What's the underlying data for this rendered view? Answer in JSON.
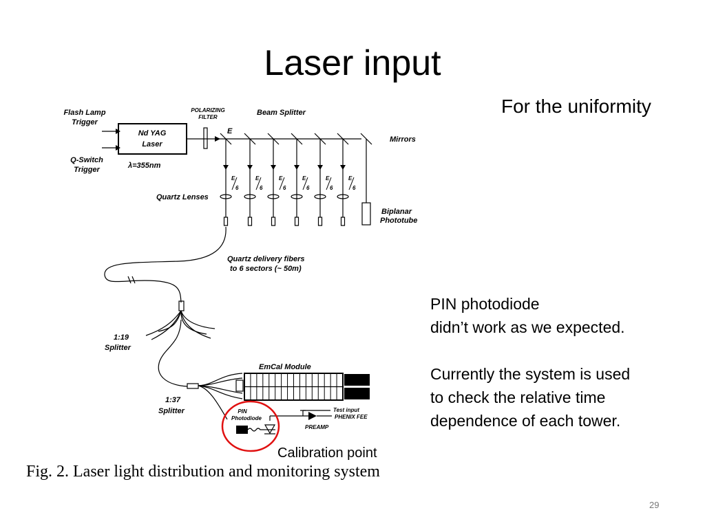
{
  "slide": {
    "title": "Laser input",
    "note_top": "For the uniformity",
    "note_lines": [
      "PIN photodiode",
      "didn’t work as we expected.",
      "",
      "Currently the system is used",
      "to check the relative time",
      "dependence of each tower."
    ],
    "calibration_label": "Calibration point",
    "caption": "Fig. 2. Laser light distribution and monitoring system",
    "page_number": "29"
  },
  "diagram": {
    "flash_lamp": [
      "Flash Lamp",
      "Trigger"
    ],
    "q_switch": [
      "Q-Switch",
      "Trigger"
    ],
    "laser": [
      "Nd YAG",
      "Laser"
    ],
    "wavelength": "λ=355nm",
    "polarizing_filter": [
      "POLARIZING",
      "FILTER"
    ],
    "beam_splitter": "Beam Splitter",
    "energy": "E",
    "mirrors": "Mirrors",
    "fraction": [
      "E",
      "6"
    ],
    "quartz_lenses": "Quartz Lenses",
    "biplanar": [
      "Biplanar",
      "Phototube"
    ],
    "fibers": [
      "Quartz delivery fibers",
      "to 6 sectors (~ 50m)"
    ],
    "splitter_19": [
      "1:19",
      "Splitter"
    ],
    "splitter_37": [
      "1:37",
      "Splitter"
    ],
    "emcal": "EmCal Module",
    "pin": [
      "PIN",
      "Photodiode"
    ],
    "test_input": "Test input",
    "phenix_fee": "PHENIX FEE",
    "preamp": "PREAMP",
    "highlight_color": "#e01010"
  }
}
